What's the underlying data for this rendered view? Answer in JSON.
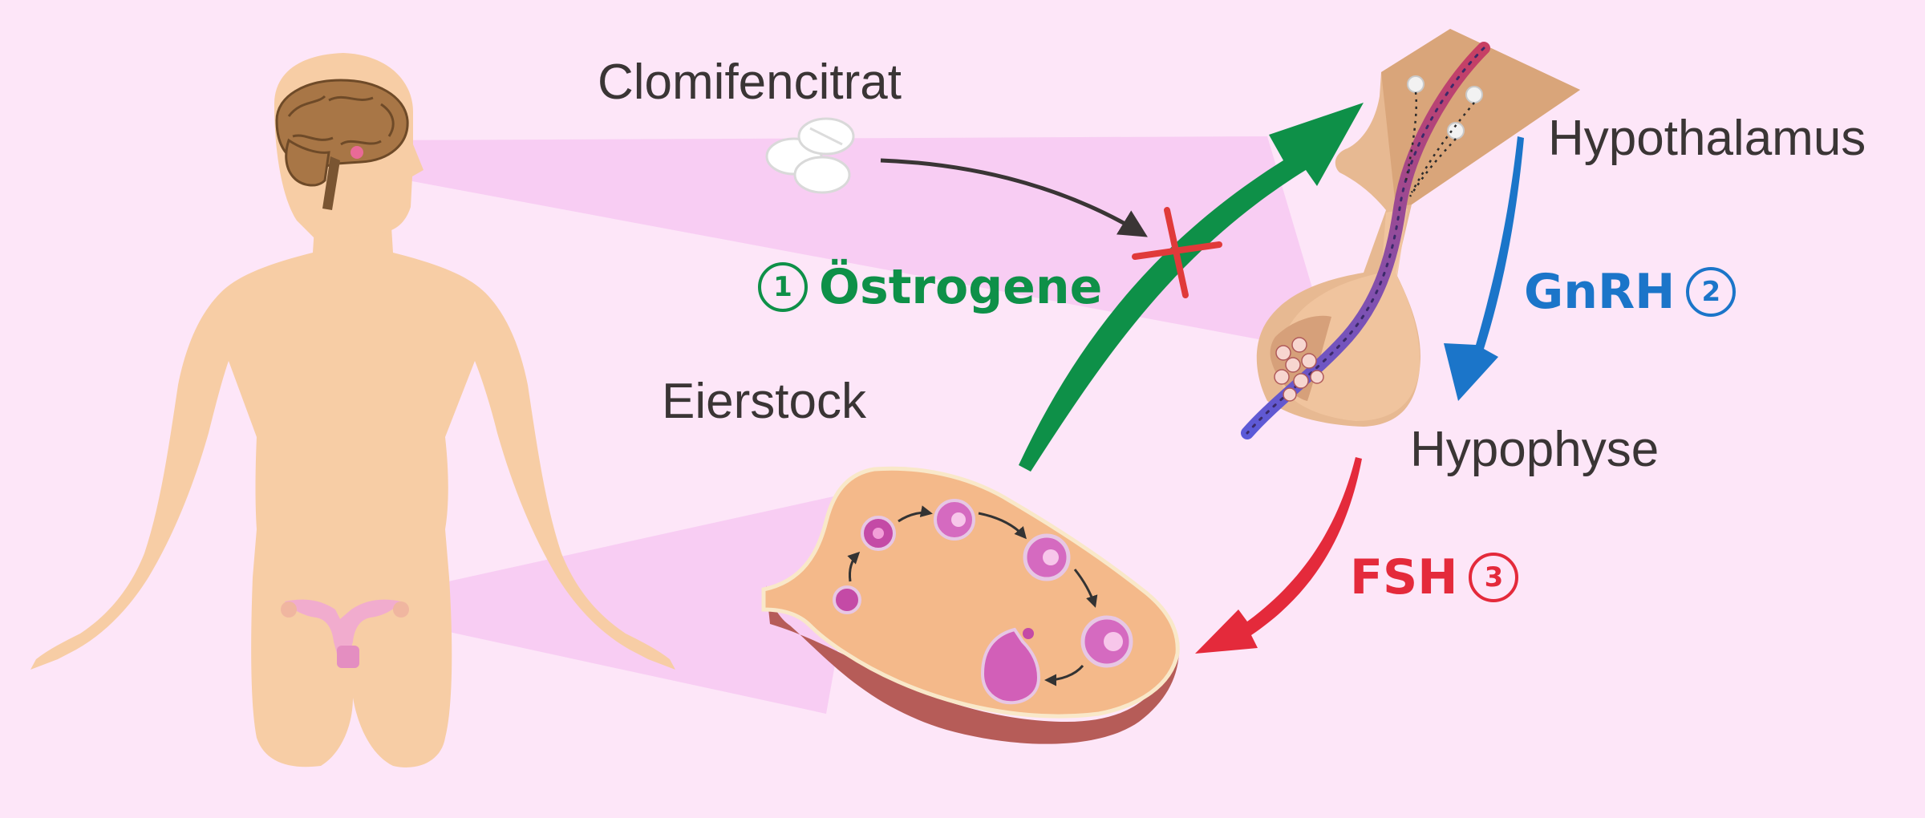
{
  "labels": {
    "drug": "Clomifencitrat",
    "hypothalamus": "Hypothalamus",
    "pituitary": "Hypophyse",
    "ovary": "Eierstock"
  },
  "hormones": {
    "estrogen": {
      "step": "1",
      "name": "Östrogene",
      "color": "#0e9048"
    },
    "gnrh": {
      "step": "2",
      "name": "GnRH",
      "color": "#1b75c9"
    },
    "fsh": {
      "step": "3",
      "name": "FSH",
      "color": "#e42a3b"
    }
  },
  "colors": {
    "background": "#fde6f8",
    "skin": "#f7cda5",
    "highlight": "#f6c4f2",
    "block_mark": "#e03a3a"
  }
}
